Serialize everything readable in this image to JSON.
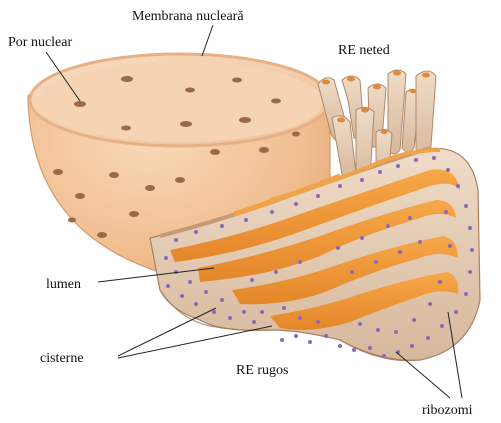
{
  "labels": {
    "membrane": "Membrana nucleară",
    "pore": "Por nuclear",
    "smooth_er": "RE neted",
    "lumen": "lumen",
    "cisterns": "cisterne",
    "rough_er": "RE rugos",
    "ribosomes": "ribozomi"
  },
  "colors": {
    "envelope_outer": "#f4c9a0",
    "envelope_inner": "#f7d3b1",
    "pore": "#8a5a3a",
    "er_membrane": "#ead5c0",
    "er_lumen": "#f29a3a",
    "ribosome": "#8a6ab8",
    "leader": "#222222"
  }
}
